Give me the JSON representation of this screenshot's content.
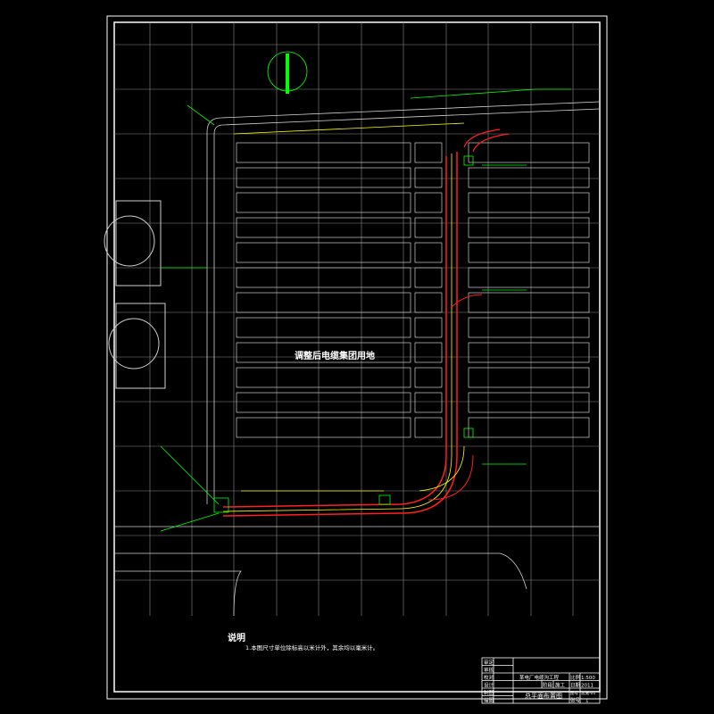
{
  "drawing": {
    "center_label": "调整后电缆集团用地",
    "notes_title": "说明",
    "notes": [
      "1.本图尺寸单位除标高以米计外，其余均以毫米计。"
    ]
  },
  "title_block": {
    "roles": [
      "审定",
      "审核",
      "校对",
      "设计",
      "制图",
      "描图"
    ],
    "project": "某电厂电缆沟工程",
    "phase_label": "阶段",
    "phase_value": "施工",
    "scale_label": "比例",
    "scale_value": "1:500",
    "date_label": "日期",
    "date_value": "2011",
    "drawing_no_label": "图号",
    "drawing_no_value": "总施-01",
    "sheet_label": "张号",
    "sheet_value": "1",
    "drawing_title": "总平面布置图"
  },
  "colors": {
    "background": "#000000",
    "grid": "#9a9a9a",
    "route": "#ff2020",
    "center": "#ffff00",
    "callout": "#00ff00"
  }
}
